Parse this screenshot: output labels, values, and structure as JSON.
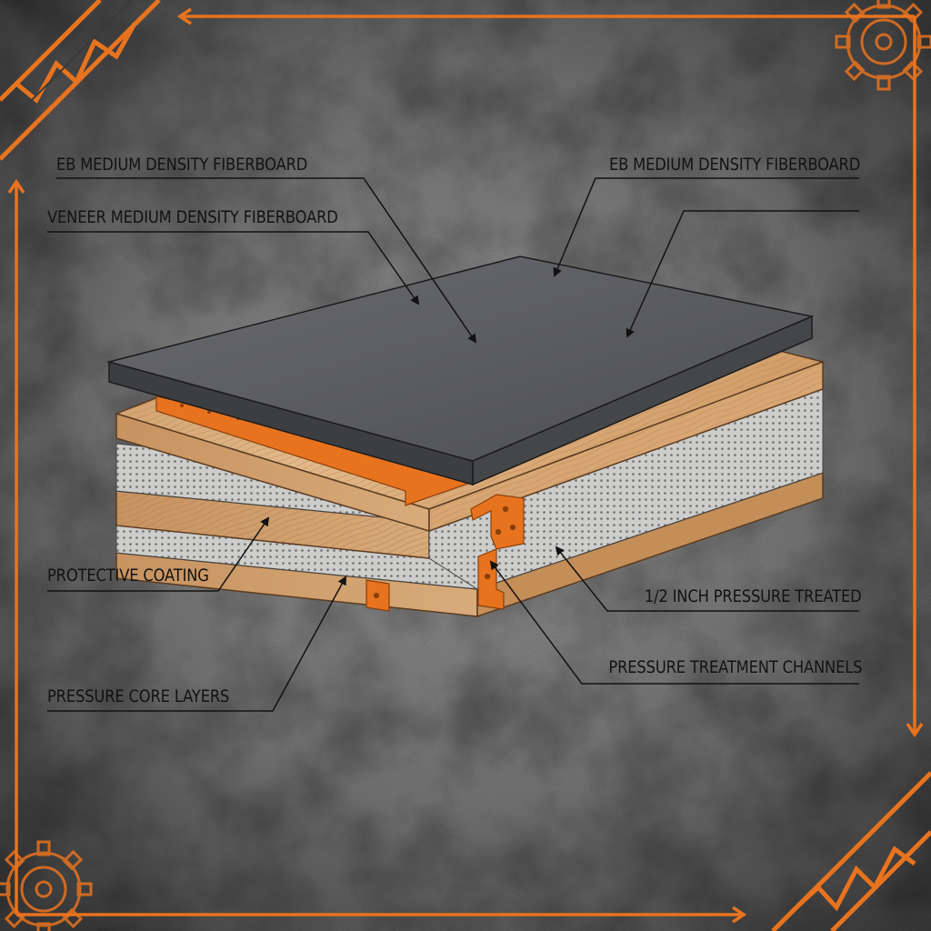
{
  "labels": {
    "eb_mdf_left": "EB MEDIUM DENSITY FIBERBOARD",
    "veneer_mdf": "VENEER MEDIUM DENSITY FIBERBOARD",
    "eb_mdf_right": "EB MEDIUM DENSITY FIBERBOARD",
    "protective_coating": "PROTECTIVE COATING",
    "pressure_core_layers": "PRESSURE CORE LAYERS",
    "half_inch_pressure_treated": "1/2 INCH PRESSURE TREATED",
    "pressure_treatment_channels": "PRESSURE TREATMENT CHANNELS"
  },
  "colors": {
    "accent": "#e8731f",
    "background": "#6b6b6b",
    "top_sheet": "#5a5b5e",
    "wood": "#d4a676",
    "mesh": "#c8c8c6",
    "ink": "#121212"
  }
}
